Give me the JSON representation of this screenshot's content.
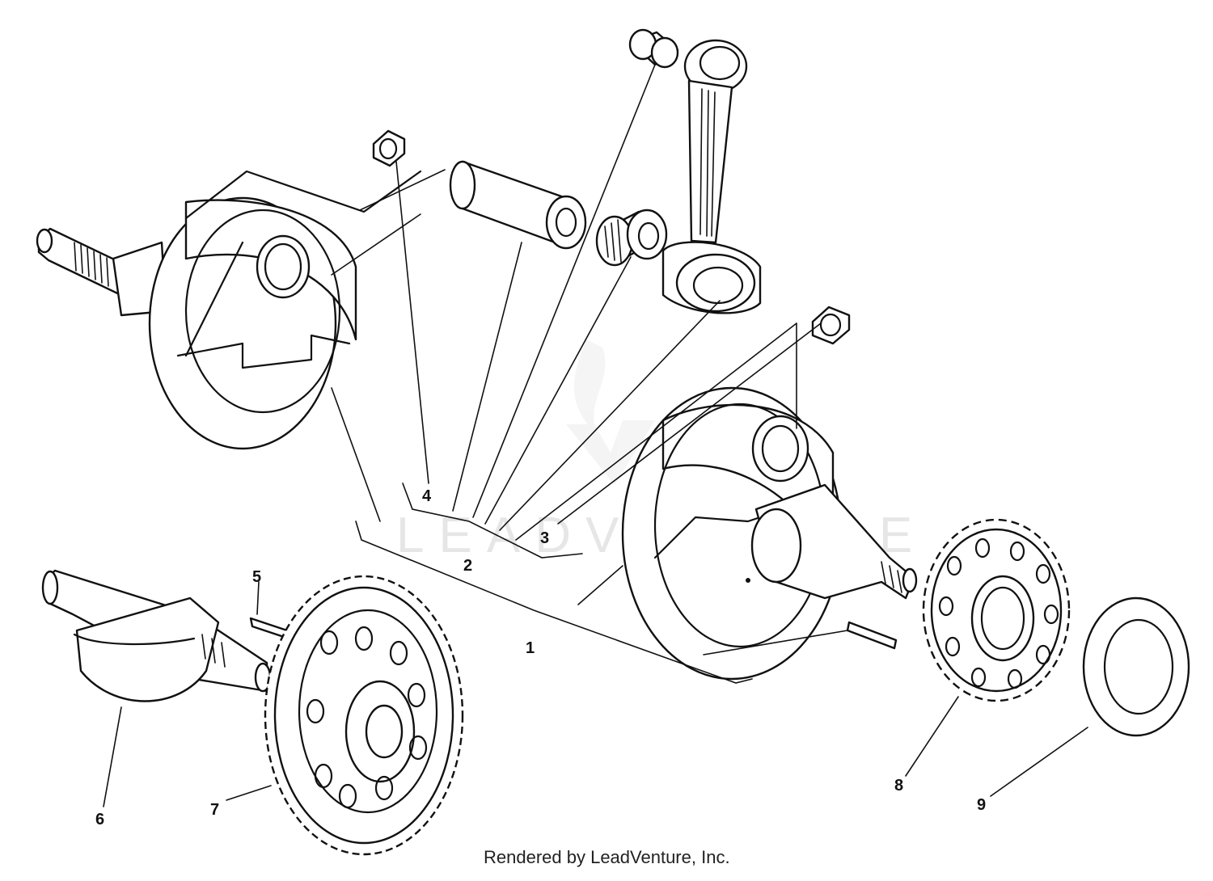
{
  "diagram": {
    "callouts": [
      {
        "id": "c1",
        "label": "1"
      },
      {
        "id": "c2",
        "label": "2"
      },
      {
        "id": "c3",
        "label": "3"
      },
      {
        "id": "c4",
        "label": "4"
      },
      {
        "id": "c5",
        "label": "5"
      },
      {
        "id": "c6",
        "label": "6"
      },
      {
        "id": "c7",
        "label": "7"
      },
      {
        "id": "c8",
        "label": "8"
      },
      {
        "id": "c9",
        "label": "9"
      }
    ],
    "footer": "Rendered by LeadVenture, Inc.",
    "watermark": "LEADVENTURE",
    "colors": {
      "line": "#111111",
      "background": "#ffffff",
      "watermark": "#e6e6e6"
    }
  }
}
